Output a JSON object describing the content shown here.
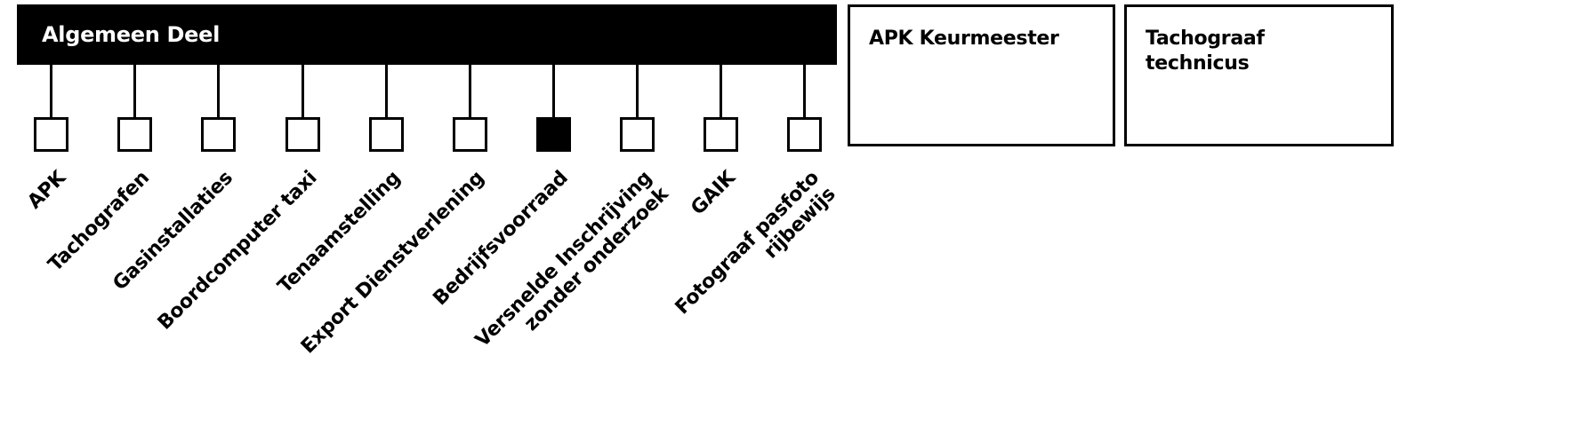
{
  "diagram": {
    "main_node": {
      "label": "Algemeen Deel",
      "fill_color": "#000000",
      "text_color": "#ffffff"
    },
    "children": [
      {
        "label": "APK",
        "selected": false
      },
      {
        "label": "Tachografen",
        "selected": false
      },
      {
        "label": "Gasinstallaties",
        "selected": false
      },
      {
        "label": "Boordcomputer taxi",
        "selected": false
      },
      {
        "label": "Tenaamstelling",
        "selected": false
      },
      {
        "label": "Export Dienstverlening",
        "selected": false
      },
      {
        "label": "Bedrijfsvoorraad",
        "selected": true
      },
      {
        "label": "Versnelde Inschrijving\nzonder onderzoek",
        "selected": false
      },
      {
        "label": "GAIK",
        "selected": false
      },
      {
        "label": "Fotograaf pasfoto\nrijbewijs",
        "selected": false
      }
    ],
    "side_nodes": [
      {
        "label": "APK Keurmeester"
      },
      {
        "label": "Tachograaf\ntechnicus"
      }
    ]
  }
}
